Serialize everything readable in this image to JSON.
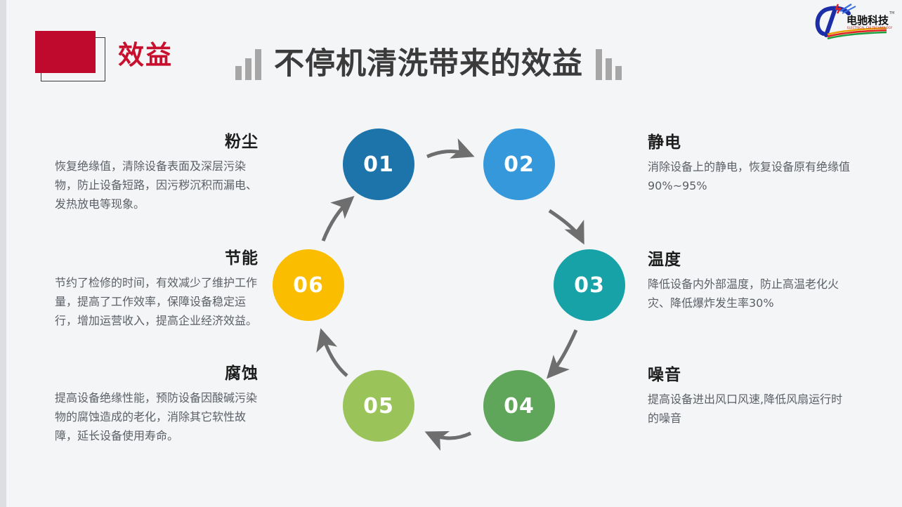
{
  "header": {
    "badge_label": "效益",
    "title": "不停机清洗带来的效益",
    "badge_fill_color": "#bf0a2e",
    "badge_text_color": "#c8102e",
    "title_color": "#3b3b3b",
    "decoration_bar_color": "#a6a6a6"
  },
  "logo": {
    "brand_cn": "电驰科技",
    "brand_en": "ELECTRICAL CHI TECHNOLOGY",
    "trademark": "TM",
    "mark_color": "#1b2ea8"
  },
  "blocks": {
    "dust": {
      "title": "粉尘",
      "body": "恢复绝缘值，清除设备表面及深层污染物，防止设备短路，因污秽沉积而漏电、发热放电等现象。"
    },
    "energy": {
      "title": "节能",
      "body": "节约了检修的时间，有效减少了维护工作量，提高了工作效率，保障设备稳定运行，增加运营收入，提高企业经济效益。"
    },
    "corrosion": {
      "title": "腐蚀",
      "body": "提高设备绝缘性能，预防设备因酸碱污染物的腐蚀造成的老化，消除其它软性故障，延长设备使用寿命。"
    },
    "static": {
      "title": "静电",
      "body": "消除设备上的静电，恢复设备原有绝缘值90%~95%"
    },
    "temperature": {
      "title": "温度",
      "body": "降低设备内外部温度，防止高温老化火灾、降低爆炸发生率30%"
    },
    "noise": {
      "title": "噪音",
      "body": "提高设备进出风口风速,降低风扇运行时的噪音"
    }
  },
  "diagram": {
    "arrow_color": "#6e6e6e",
    "nodes": [
      {
        "id": "01",
        "label": "01",
        "color": "#1d74aa",
        "links_to": "dust"
      },
      {
        "id": "02",
        "label": "02",
        "color": "#3498db",
        "links_to": "static"
      },
      {
        "id": "03",
        "label": "03",
        "color": "#17a2a8",
        "links_to": "temperature"
      },
      {
        "id": "04",
        "label": "04",
        "color": "#5fa55a",
        "links_to": "noise"
      },
      {
        "id": "05",
        "label": "05",
        "color": "#9ac45a",
        "links_to": "corrosion"
      },
      {
        "id": "06",
        "label": "06",
        "color": "#fbbd00",
        "links_to": "energy"
      }
    ]
  }
}
